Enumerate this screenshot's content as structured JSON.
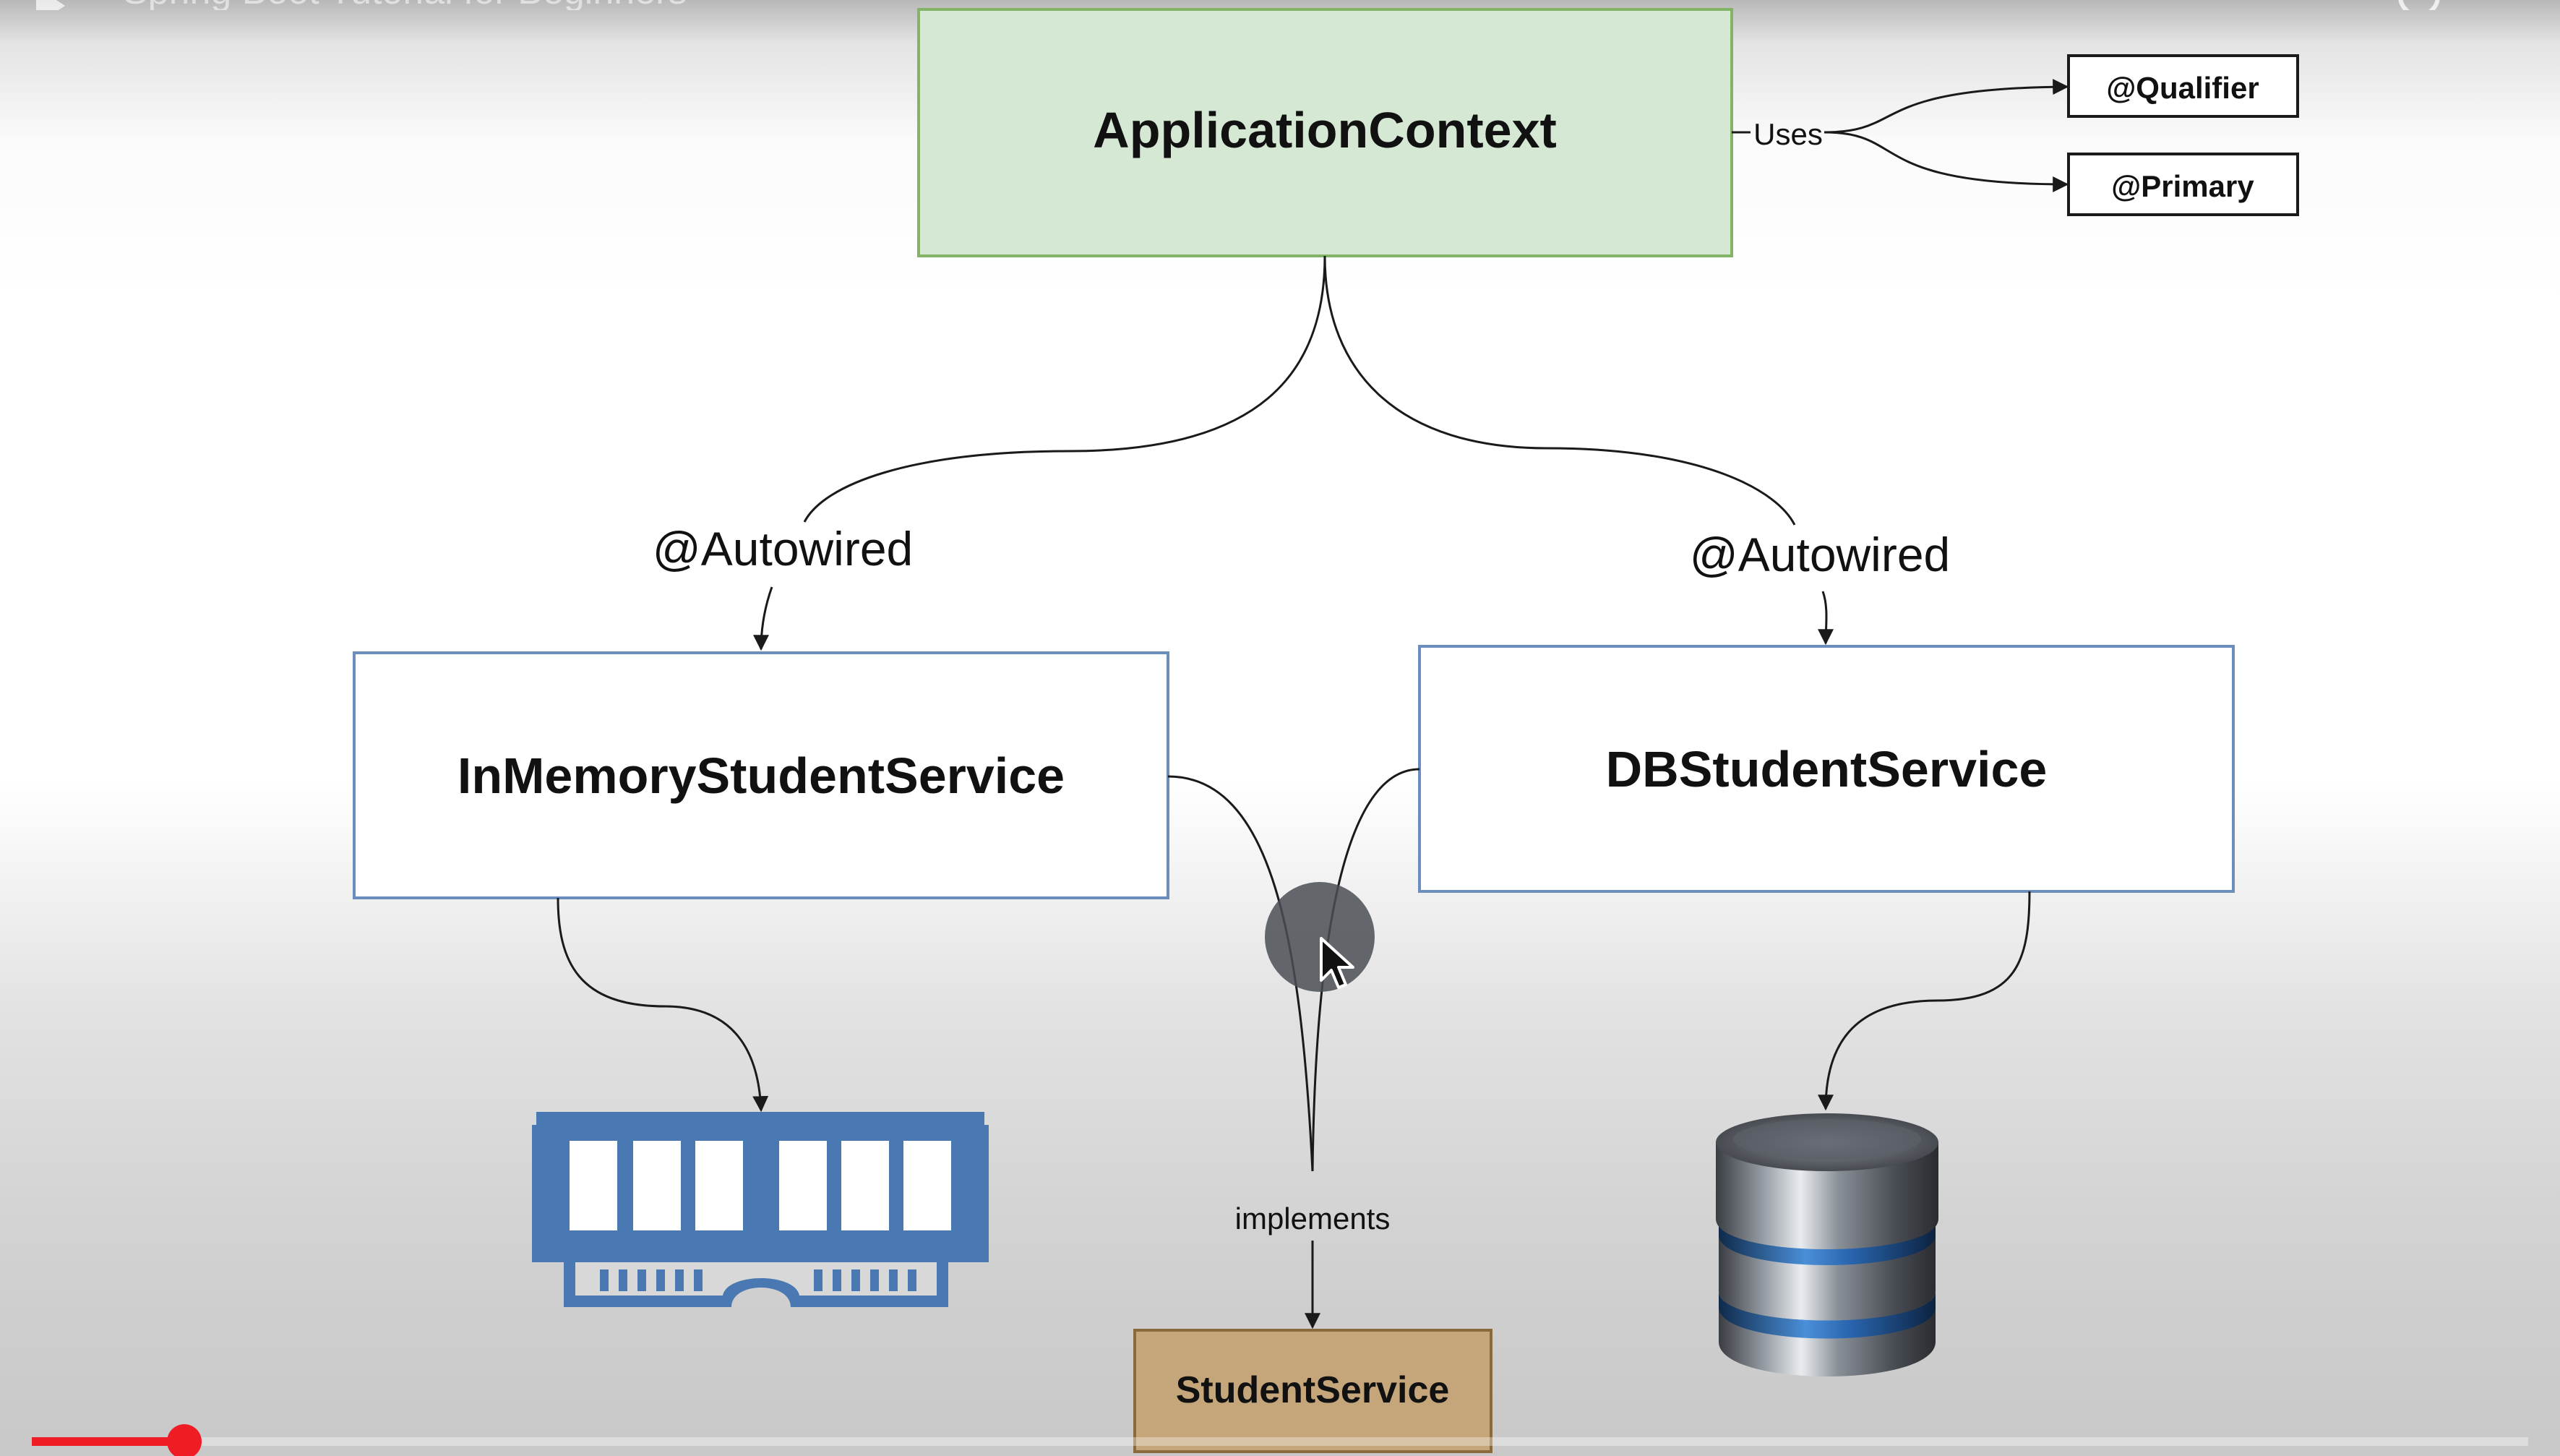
{
  "player": {
    "title": "Spring Boot Tutorial for Beginners",
    "progress_fraction": 0.061
  },
  "nodes": {
    "application_context": "ApplicationContext",
    "qualifier": "@Qualifier",
    "primary": "@Primary",
    "in_memory_service": "InMemoryStudentService",
    "db_service": "DBStudentService",
    "student_service": "StudentService"
  },
  "edges": {
    "uses": "Uses",
    "autowired_left": "@Autowired",
    "autowired_right": "@Autowired",
    "implements": "implements"
  },
  "icons": {
    "memory": "ram-module-icon",
    "database": "database-icon",
    "cursor": "mouse-cursor-icon"
  },
  "colors": {
    "context_fill": "#d5e8d4",
    "context_stroke": "#82b366",
    "service_stroke": "#6c8ebf",
    "student_service_fill": "#c5a57a",
    "student_service_stroke": "#8a6a3a",
    "ram_blue": "#4a78b2",
    "progress": "#ee1c25"
  }
}
